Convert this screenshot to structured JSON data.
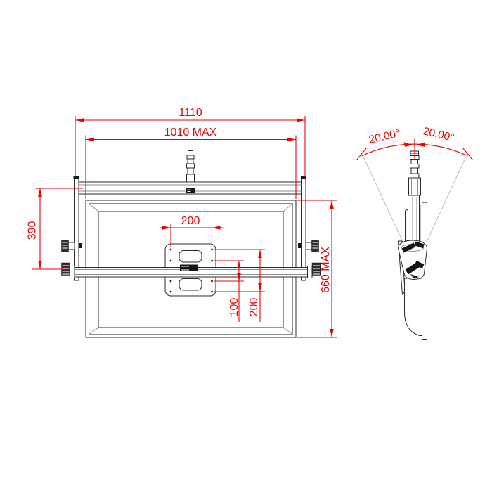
{
  "front_view": {
    "dim_overall_width": "1110",
    "dim_max_screen_width": "1010 MAX",
    "dim_bar_drop": "390",
    "dim_max_screen_height": "660 MAX",
    "dim_vesa_width": "200",
    "dim_vesa_height_inner": "100",
    "dim_vesa_height_outer": "200"
  },
  "side_view": {
    "dim_tilt_left": "20.00°",
    "dim_tilt_right": "20.00°"
  },
  "colors": {
    "dimension_red": "#f20000",
    "drawing_line": "#2b2b2b",
    "projection_gray": "#bcbcbc"
  }
}
